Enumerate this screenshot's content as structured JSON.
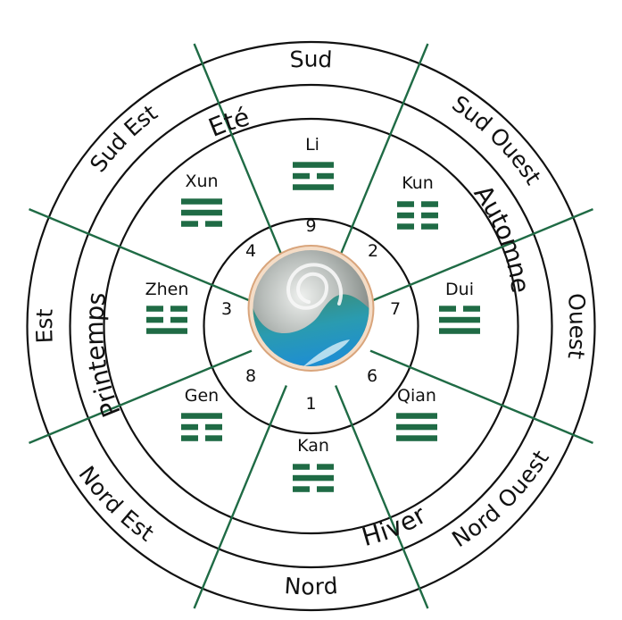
{
  "colors": {
    "line_green": "#1f6b45",
    "trigram_green": "#1f6b45",
    "ring_stroke": "#111111"
  },
  "directions": [
    {
      "id": "sud",
      "label": "Sud"
    },
    {
      "id": "sud-ouest",
      "label": "Sud Ouest"
    },
    {
      "id": "ouest",
      "label": "Ouest"
    },
    {
      "id": "nord-ouest",
      "label": "Nord Ouest"
    },
    {
      "id": "nord",
      "label": "Nord"
    },
    {
      "id": "nord-est",
      "label": "Nord Est"
    },
    {
      "id": "est",
      "label": "Est"
    },
    {
      "id": "sud-est",
      "label": "Sud Est"
    }
  ],
  "seasons": [
    {
      "id": "ete",
      "label": "Eté"
    },
    {
      "id": "automne",
      "label": "Automne"
    },
    {
      "id": "hiver",
      "label": "Hiver"
    },
    {
      "id": "printemps",
      "label": "Printemps"
    }
  ],
  "trigrams": [
    {
      "id": "li",
      "name": "Li",
      "number": "9",
      "lines": [
        1,
        0,
        1
      ]
    },
    {
      "id": "kun",
      "name": "Kun",
      "number": "2",
      "lines": [
        0,
        0,
        0
      ]
    },
    {
      "id": "dui",
      "name": "Dui",
      "number": "7",
      "lines": [
        0,
        1,
        1
      ]
    },
    {
      "id": "qian",
      "name": "Qian",
      "number": "6",
      "lines": [
        1,
        1,
        1
      ]
    },
    {
      "id": "kan",
      "name": "Kan",
      "number": "1",
      "lines": [
        0,
        1,
        0
      ]
    },
    {
      "id": "gen",
      "name": "Gen",
      "number": "8",
      "lines": [
        1,
        0,
        0
      ]
    },
    {
      "id": "zhen",
      "name": "Zhen",
      "number": "3",
      "lines": [
        0,
        0,
        1
      ]
    },
    {
      "id": "xun",
      "name": "Xun",
      "number": "4",
      "lines": [
        1,
        1,
        0
      ]
    }
  ]
}
